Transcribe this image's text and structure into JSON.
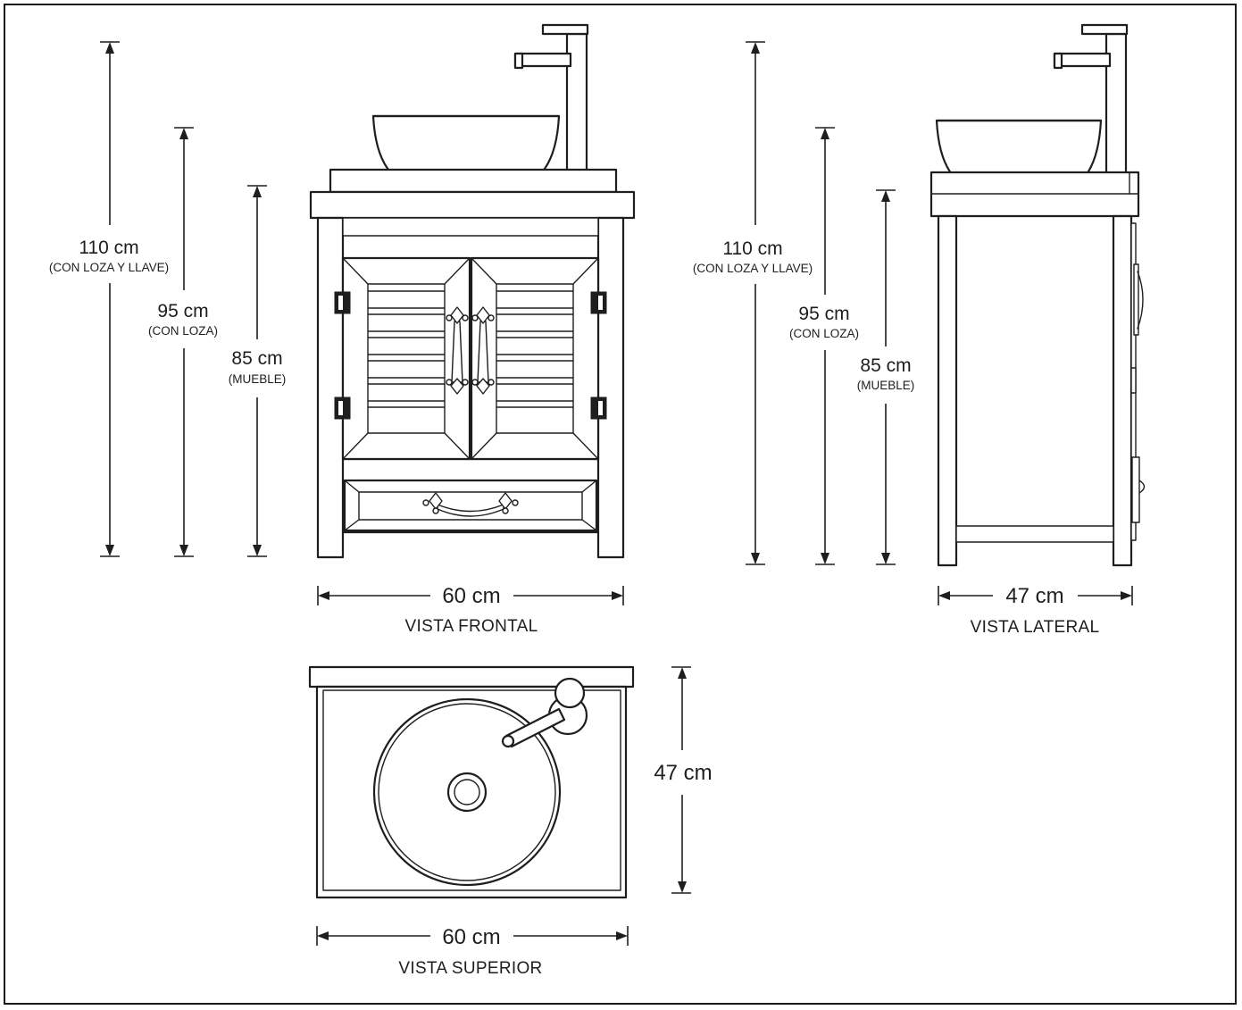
{
  "front_view": {
    "label": "VISTA FRONTAL",
    "width": "60 cm",
    "height_total": {
      "value": "110 cm",
      "note": "(CON LOZA Y LLAVE)"
    },
    "height_basin": {
      "value": "95 cm",
      "note": "(CON LOZA)"
    },
    "height_cabinet": {
      "value": "85 cm",
      "note": "(MUEBLE)"
    }
  },
  "side_view": {
    "label": "VISTA LATERAL",
    "depth": "47 cm",
    "height_total": {
      "value": "110 cm",
      "note": "(CON LOZA Y LLAVE)"
    },
    "height_basin": {
      "value": "95 cm",
      "note": "(CON LOZA)"
    },
    "height_cabinet": {
      "value": "85 cm",
      "note": "(MUEBLE)"
    }
  },
  "top_view": {
    "label": "VISTA SUPERIOR",
    "width": "60 cm",
    "depth": "47 cm"
  }
}
